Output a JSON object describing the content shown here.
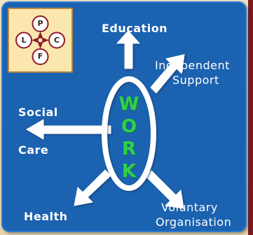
{
  "labels": {
    "education": "Education",
    "independent_1": "Independent",
    "independent_2": "Support",
    "social": "Social",
    "care": "Care",
    "health": "Health",
    "voluntary_1": "Voluntary",
    "voluntary_2": "Organisation"
  },
  "work": [
    "W",
    "O",
    "R",
    "K"
  ],
  "logo": {
    "top": "P",
    "left": "L",
    "right": "C",
    "bottom": "F"
  },
  "colors": {
    "panel": "#1b62b0",
    "arrows": "#ffffff",
    "work_text": "#2fd14a",
    "logo_bg": "#fbe6ad",
    "logo_center": "#8c1b2c"
  }
}
